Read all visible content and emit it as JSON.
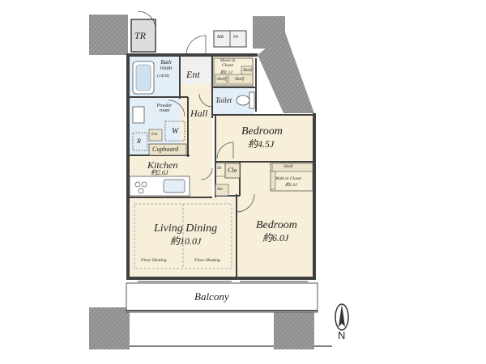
{
  "rooms": {
    "tr": "TR",
    "bathroom": "Bath room",
    "bathroom_size": "(1418)",
    "ent": "Ent",
    "shoes_closet": "Shoes in Closet",
    "shoes_closet_size": "約1.1J",
    "shelf": "Shelf",
    "hall": "Hall",
    "toilet": "Toilet",
    "powder_room": "Powder room",
    "lin": "Lin",
    "washer": "W",
    "refrigerator": "R",
    "cupboard": "Cupboard",
    "kitchen": "Kitchen",
    "kitchen_size": "約2.6J",
    "bedroom1": "Bedroom",
    "bedroom1_size": "約4.5J",
    "clo": "Clo",
    "sh": "Sh",
    "sto": "Sto",
    "walk_in_closet": "Walk in Closet",
    "walk_in_closet_size": "約1.0J",
    "living_dining": "Living Dining",
    "living_dining_size": "約10.0J",
    "floor_heating": "Floor Heating",
    "bedroom2": "Bedroom",
    "bedroom2_size": "約6.0J",
    "balcony": "Balcony",
    "mb": "MB",
    "ps": "PS"
  },
  "compass": {
    "north": "N"
  },
  "colors": {
    "wall": "#404040",
    "pillar": "#9a9a9a",
    "floor_blue": "#e3eef7",
    "floor_beige": "#f7efd9",
    "floor_light": "#f0f0f0"
  }
}
